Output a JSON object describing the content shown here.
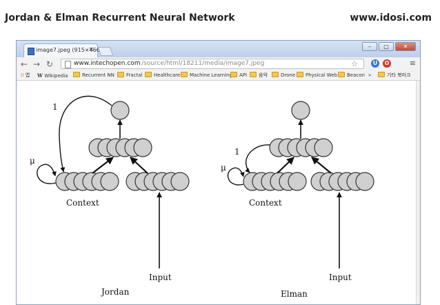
{
  "slide": {
    "title": "Jordan & Elman Recurrent Neural Network",
    "site": "www.idosi.com"
  },
  "browser": {
    "tab_title": "image7.jpeg (915×466)",
    "tab_close": "×",
    "url_host": "www.intechopen.com",
    "url_path": "/source/html/18211/media/image7.jpeg",
    "bookmarks": [
      {
        "label": "앱",
        "folder": false
      },
      {
        "label": "Wikipedia",
        "folder": false
      },
      {
        "label": "Recurrent NN",
        "folder": true
      },
      {
        "label": "Fractal",
        "folder": true
      },
      {
        "label": "Healthcare",
        "folder": true
      },
      {
        "label": "Machine Learning",
        "folder": true
      },
      {
        "label": "API",
        "folder": true
      },
      {
        "label": "음악",
        "folder": true
      },
      {
        "label": "Drone",
        "folder": true
      },
      {
        "label": "Physical Web",
        "folder": true
      },
      {
        "label": "Beacon",
        "folder": true
      },
      {
        "label": "»",
        "folder": false
      },
      {
        "label": "기타 북마크",
        "folder": true
      }
    ]
  },
  "diagram": {
    "jordan": {
      "title": "Jordan",
      "context_label": "Context",
      "input_label": "Input",
      "mu_label": "μ",
      "one_label": "1"
    },
    "elman": {
      "title": "Elman",
      "context_label": "Context",
      "input_label": "Input",
      "mu_label": "μ",
      "one_label": "1"
    }
  }
}
